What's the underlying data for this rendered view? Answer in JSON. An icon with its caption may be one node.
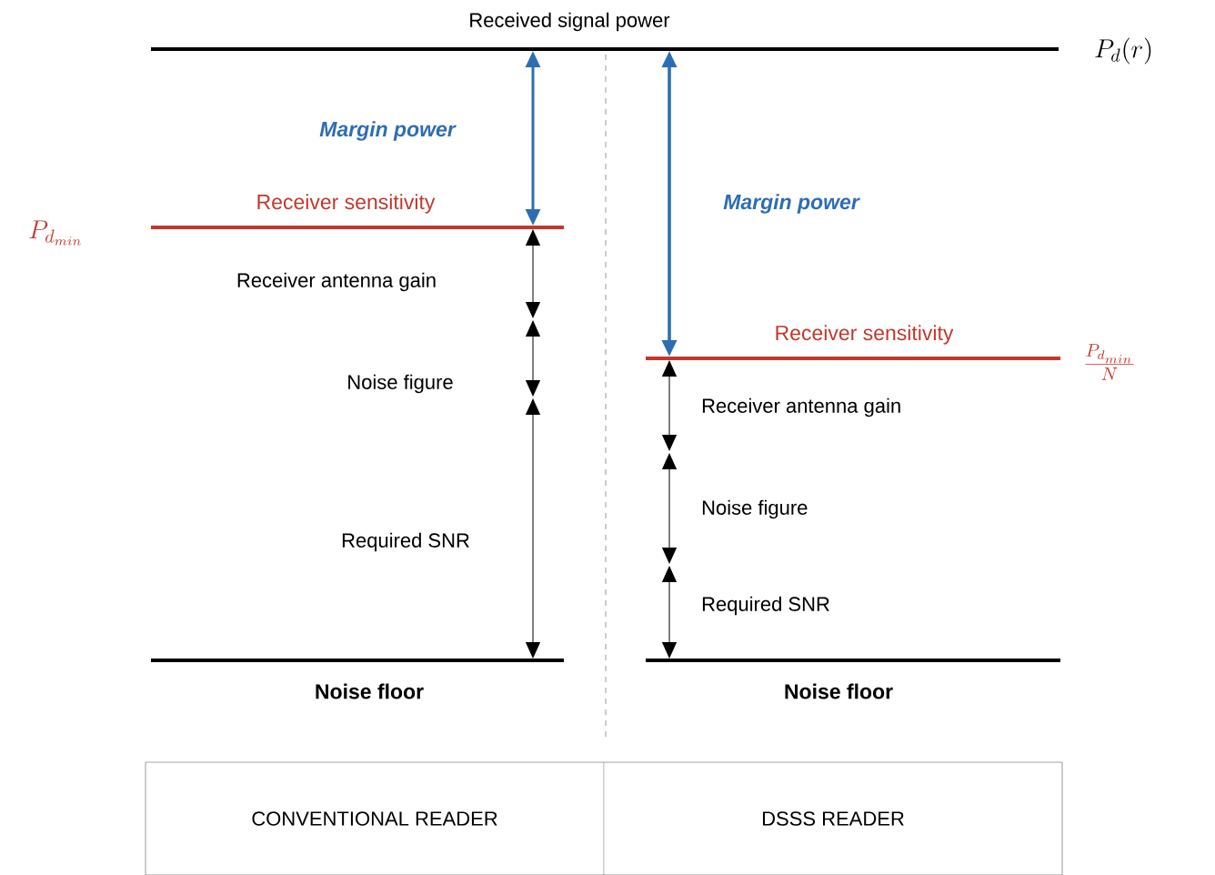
{
  "diagram": {
    "labels": [
      "Received signal power",
      "P_d(r)",
      "Margin power",
      "Margin power",
      "Receiver sensitivity",
      "P_{d_{min}}",
      "Receiver antenna gain",
      "Receiver sensitivity",
      "\\frac{P_{d_{min}}}{N}",
      "Receiver antenna gain",
      "Noise figure",
      "Noise figure",
      "Required SNR",
      "Required SNR",
      "Noise floor",
      "Noise floor",
      "CONVENTIONAL READER",
      "DSSS READER"
    ]
  }
}
